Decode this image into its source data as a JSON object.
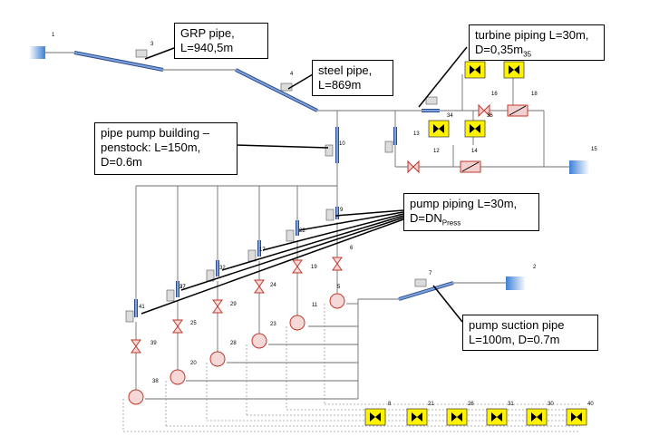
{
  "callouts": {
    "grp": [
      "GRP pipe,",
      "L=940,5m"
    ],
    "steel": [
      "steel pipe,",
      "L=869m"
    ],
    "turbine": [
      "turbine piping L=30m,",
      "D=0,35m"
    ],
    "turbine_sub": "35",
    "penstock": [
      "pipe pump building –",
      "penstock: L=150m,",
      "D=0.6m"
    ],
    "pump_piping": [
      "pump piping L=30m,",
      "D=DN"
    ],
    "pump_piping_sub": "Press",
    "suction": [
      "pump suction pipe",
      "L=100m, D=0.7m"
    ]
  },
  "node_labels": {
    "n1": "1",
    "n2": "2",
    "n3": "3",
    "n4": "4",
    "n5": "5",
    "n6": "6",
    "n7": "7",
    "n8": "8",
    "n9": "9",
    "n10": "10",
    "n11": "11",
    "n12": "12",
    "n13": "13",
    "n14": "14",
    "n15": "15",
    "n16": "16",
    "n17": "17",
    "n18": "18",
    "n19": "19",
    "n20": "20",
    "n21": "21",
    "n22": "22",
    "n23": "23",
    "n24": "24",
    "n25": "25",
    "n26": "26",
    "n27": "27",
    "n28": "28",
    "n29": "29",
    "n30": "30",
    "n31": "31",
    "n32": "32",
    "n33": "33",
    "n34": "34",
    "n35": "35",
    "n36": "36",
    "n37": "37",
    "n38": "38",
    "n39": "39",
    "n40": "40",
    "n41": "41"
  },
  "colors": {
    "reservoir": "#3d7fd6",
    "pipe_body": "#5b84c4",
    "valve_box": "#fff200",
    "pump": "#f2b8b8"
  },
  "icons": {
    "reservoir": "reservoir-icon",
    "valve": "valve-icon",
    "pump": "pump-icon",
    "check_valve": "check-valve-icon",
    "throttle": "throttle-valve-icon"
  }
}
